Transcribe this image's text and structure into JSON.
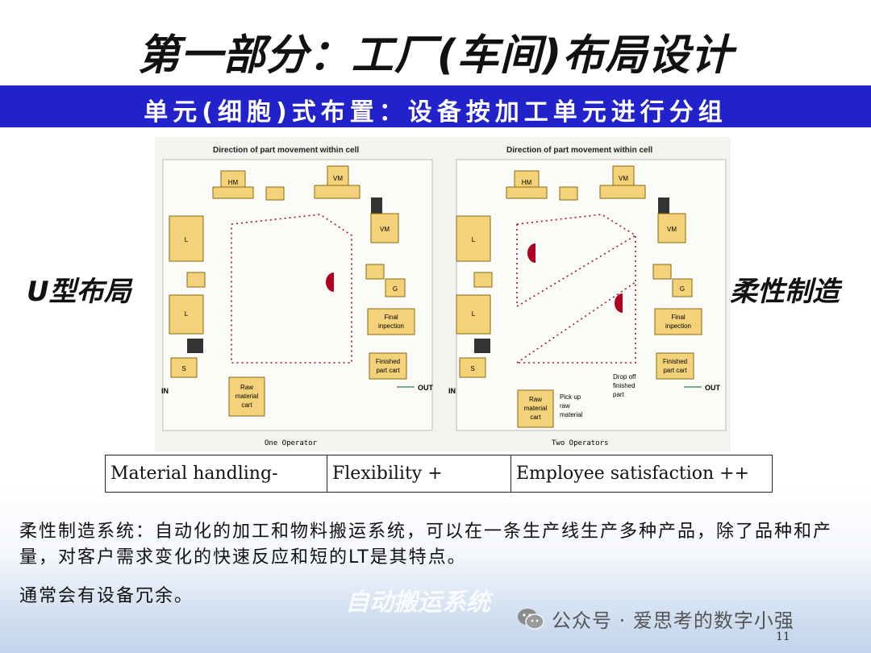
{
  "slide": {
    "title": "第一部分：工厂(车间)布局设计",
    "subtitle": "单元(细胞)式布置：设备按加工单元进行分组",
    "left_label": "U型布局",
    "right_label": "柔性制造",
    "page_number": "11"
  },
  "diagram": {
    "left": {
      "header": "Direction of part movement within cell",
      "caption": "One Operator",
      "in_label": "IN",
      "out_label": "OUT",
      "machines": {
        "hm": "HM",
        "vm_top": "VM",
        "vm_right": "VM",
        "l1": "L",
        "l2": "L",
        "s": "S",
        "g": "G",
        "final": [
          "Final",
          "inpection"
        ],
        "finished": [
          "Finished",
          "part cart"
        ],
        "raw": [
          "Raw",
          "material",
          "cart"
        ]
      }
    },
    "right": {
      "header": "Direction of part movement within cell",
      "caption": "Two Operators",
      "in_label": "IN",
      "out_label": "OUT",
      "machines": {
        "hm": "HM",
        "vm_top": "VM",
        "vm_right": "VM",
        "l1": "L",
        "l2": "L",
        "s": "S",
        "g": "G",
        "final": [
          "Final",
          "inpection"
        ],
        "finished": [
          "Finished",
          "part cart"
        ],
        "raw": [
          "Raw",
          "material",
          "cart"
        ]
      },
      "pickup": [
        "Pick up",
        "raw",
        "material"
      ],
      "dropoff": [
        "Drop off",
        "finished",
        "part"
      ]
    }
  },
  "comparison": [
    "Material handling-",
    "Flexibility +",
    "Employee satisfaction ++"
  ],
  "paragraph1": "柔性制造系统：自动化的加工和物料搬运系统，可以在一条生产线生产多种产品，除了品种和产量，对客户需求变化的快速反应和短的LT是其特点。",
  "paragraph2": "通常会有设备冗余。",
  "watermark_text": "自动搬运系统",
  "wechat": {
    "label": "公众号 · 爱思考的数字小强",
    "icon": "wechat-icon"
  },
  "colors": {
    "band": "#2222cc",
    "machine_fill": "#f4d27a",
    "machine_stroke": "#8a6a10",
    "path": "#a01030",
    "operator": "#b00020"
  }
}
